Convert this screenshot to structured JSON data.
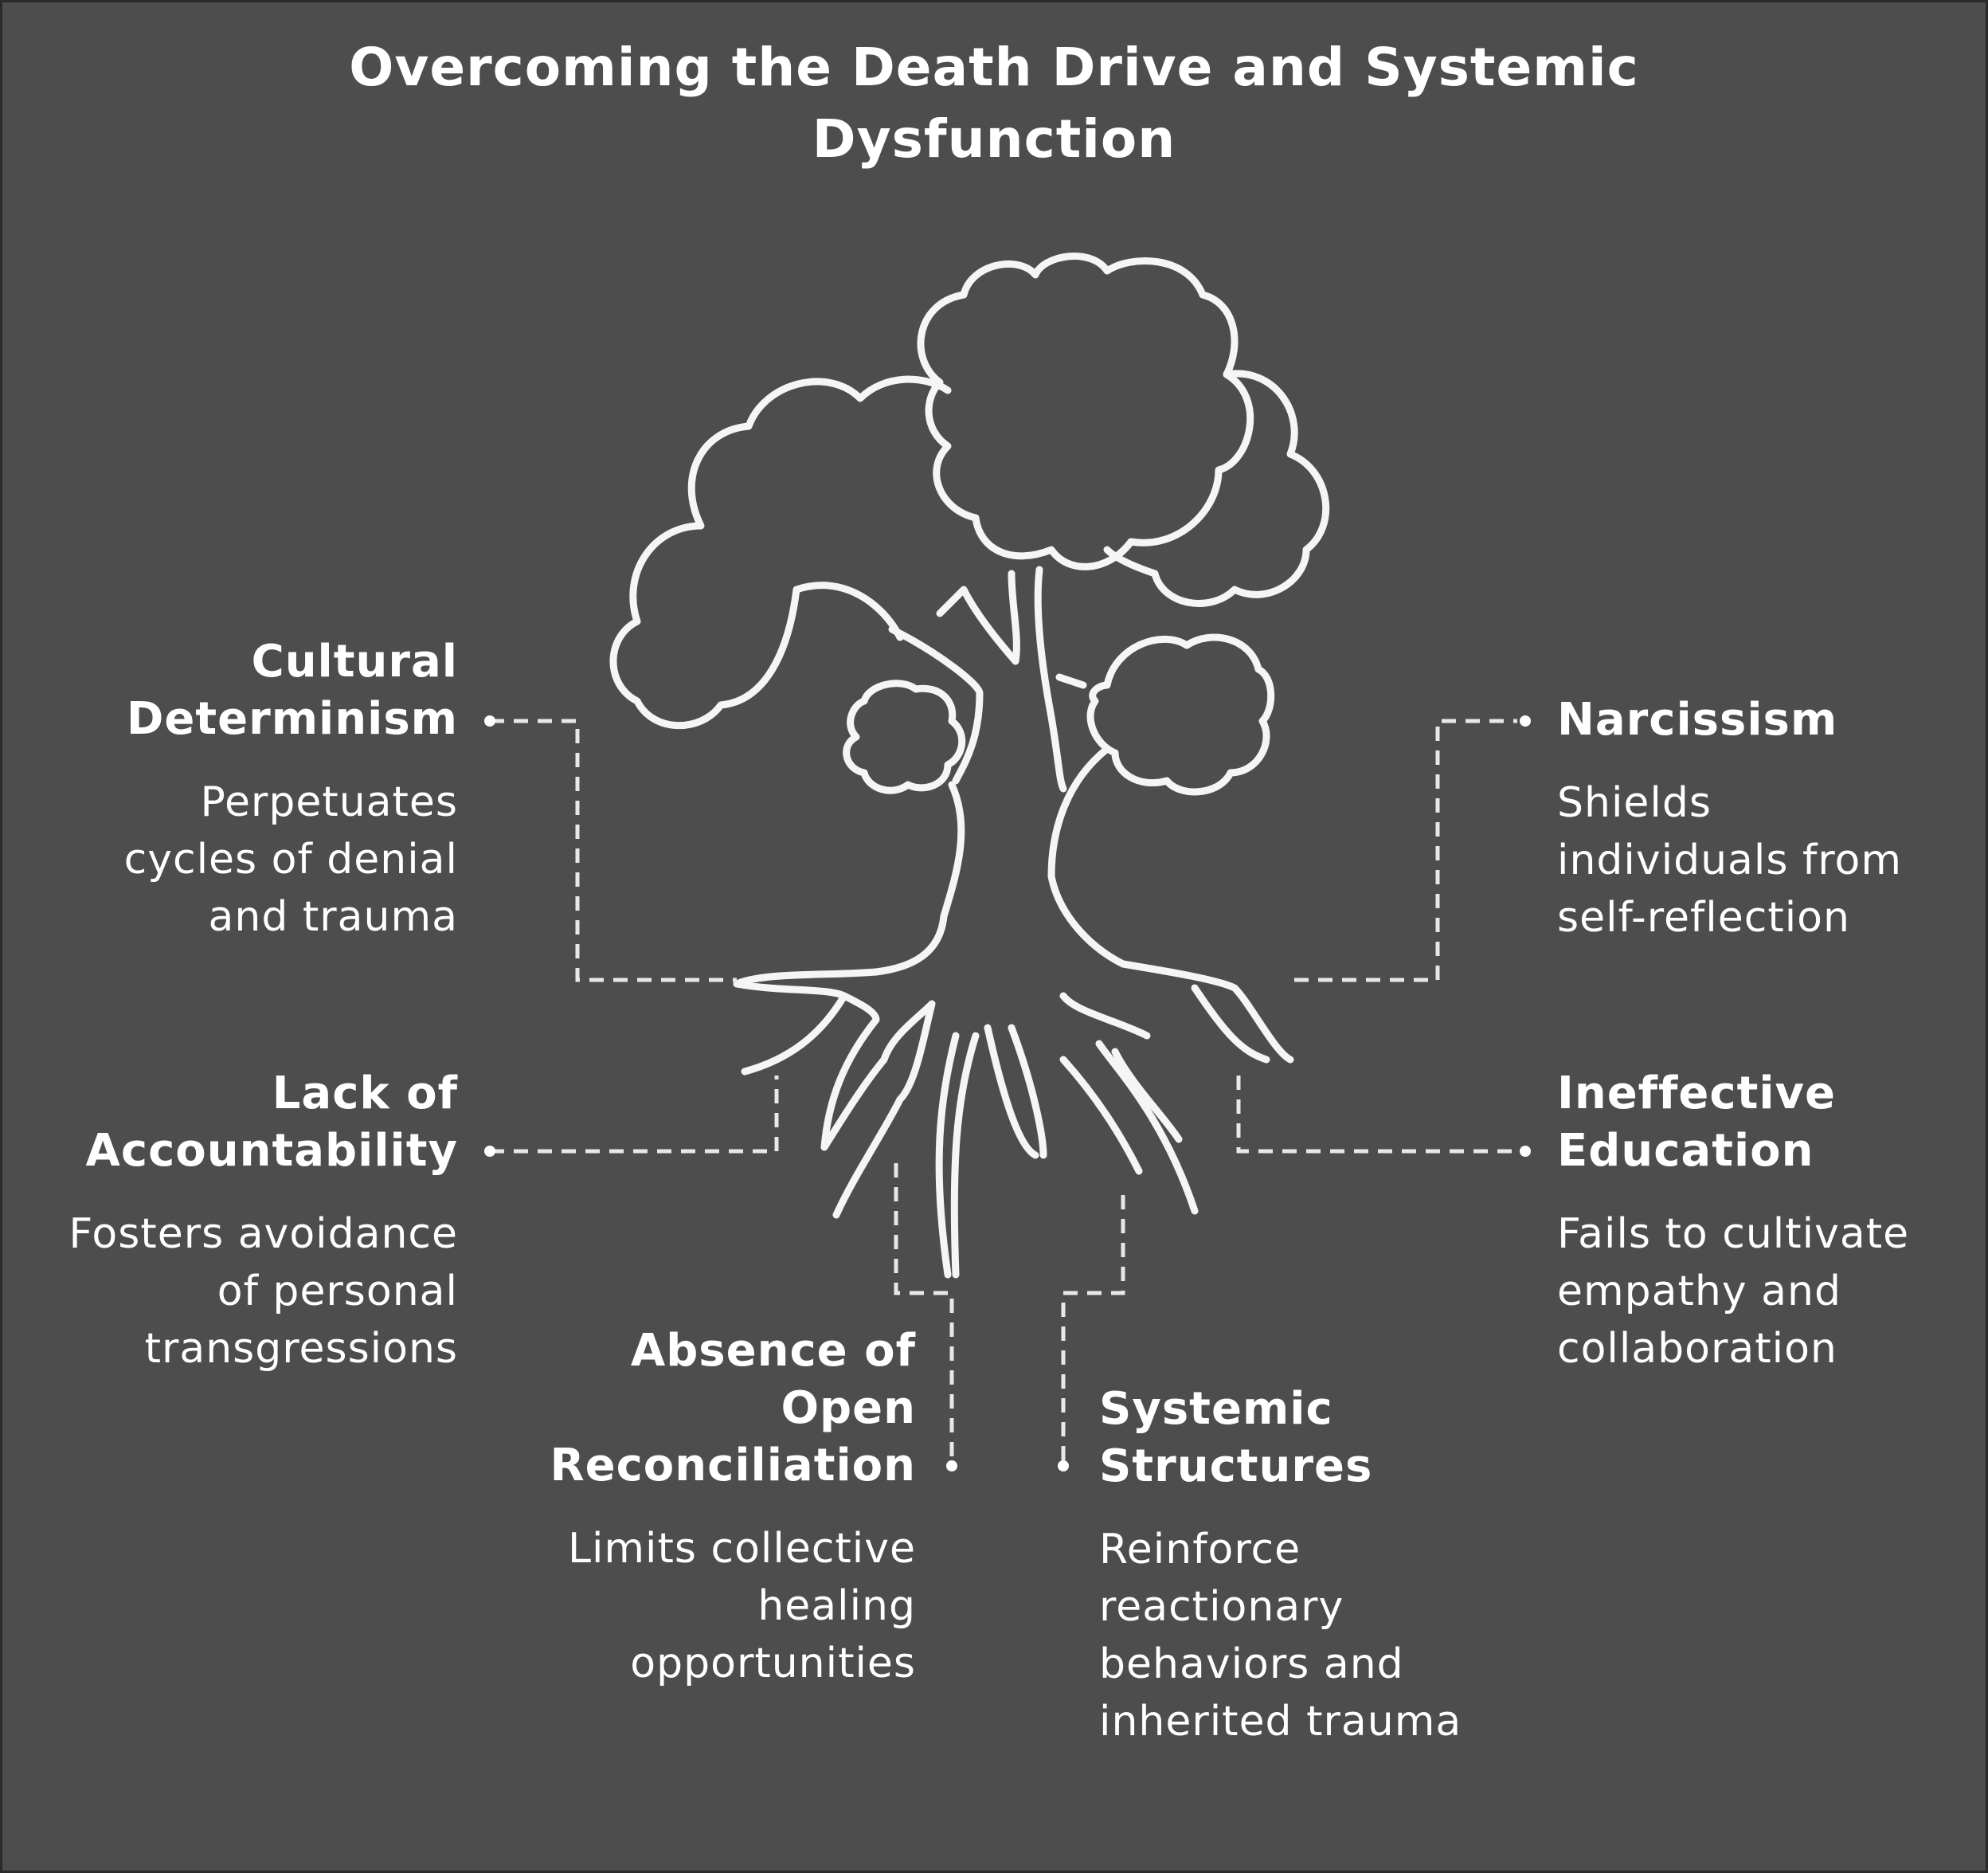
{
  "title": "Overcoming the Death Drive and Systemic Dysfunction",
  "nodes": {
    "cultural_determinism": {
      "heading": "Cultural Determinism",
      "description": "Perpetuates cycles of denial and trauma"
    },
    "narcissism": {
      "heading": "Narcissism",
      "description": "Shields individuals from self-reflection"
    },
    "lack_of_accountability": {
      "heading": "Lack of Accountability",
      "description": "Fosters avoidance of personal transgressions"
    },
    "ineffective_education": {
      "heading": "Ineffective Education",
      "description": "Fails to cultivate empathy and collaboration"
    },
    "absence_of_open_reconciliation": {
      "heading": "Absence of Open Reconciliation",
      "description": "Limits collective healing opportunities"
    },
    "systemic_structures": {
      "heading": "Systemic Structures",
      "description": "Reinforce reactionary behaviors and inherited trauma"
    }
  },
  "colors": {
    "background": "#4d4d4d",
    "line": "#ffffff"
  },
  "icons": {
    "central": "tree-icon"
  }
}
